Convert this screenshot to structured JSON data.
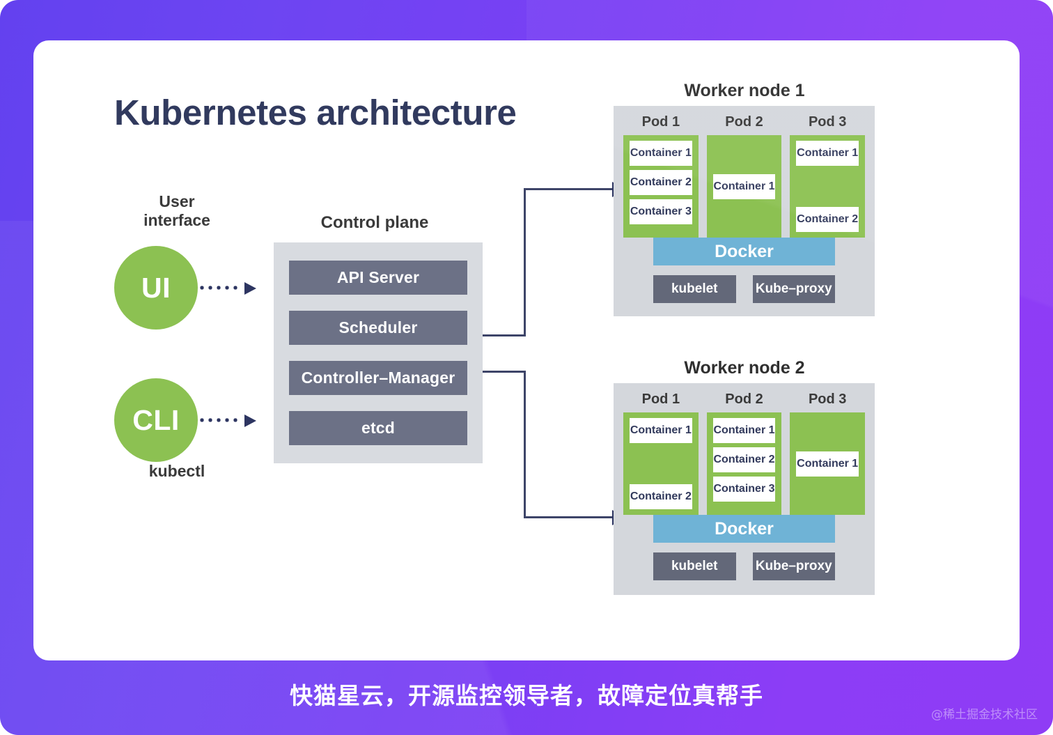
{
  "theme": {
    "background_gradient_from": "#6341ef",
    "background_gradient_to": "#8f3cf5",
    "card_background": "#ffffff",
    "title_color": "#313a5e",
    "pod_green": "#8cc152",
    "docker_blue": "#6fb3d6",
    "slate": "#6c7186",
    "panel_gray": "#d4d7dc",
    "connector_navy": "#2d3561"
  },
  "diagram": {
    "title": "Kubernetes architecture",
    "user_interface": {
      "caption": "User\ninterface",
      "ui_circle_label": "UI",
      "cli_circle_label": "CLI",
      "kubectl_caption": "kubectl"
    },
    "control_plane": {
      "caption": "Control plane",
      "components": [
        "API Server",
        "Scheduler",
        "Controller–Manager",
        "etcd"
      ]
    },
    "worker_nodes": [
      {
        "caption": "Worker node 1",
        "pods": [
          {
            "title": "Pod 1",
            "layout": "top",
            "containers": [
              "Container 1",
              "Container 2",
              "Container 3"
            ]
          },
          {
            "title": "Pod 2",
            "layout": "center",
            "containers": [
              "Container 1"
            ]
          },
          {
            "title": "Pod 3",
            "layout": "spread",
            "containers": [
              "Container 1",
              "Container 2"
            ]
          }
        ],
        "runtime_label": "Docker",
        "agents": [
          "kubelet",
          "Kube–proxy"
        ]
      },
      {
        "caption": "Worker node 2",
        "pods": [
          {
            "title": "Pod 1",
            "layout": "spread",
            "containers": [
              "Container 1",
              "Container 2"
            ]
          },
          {
            "title": "Pod 2",
            "layout": "top",
            "containers": [
              "Container 1",
              "Container 2",
              "Container 3"
            ]
          },
          {
            "title": "Pod 3",
            "layout": "center",
            "containers": [
              "Container 1"
            ]
          }
        ],
        "runtime_label": "Docker",
        "agents": [
          "kubelet",
          "Kube–proxy"
        ]
      }
    ]
  },
  "footer": {
    "caption": "快猫星云，开源监控领导者，故障定位真帮手",
    "watermark": "@稀土掘金技术社区"
  }
}
